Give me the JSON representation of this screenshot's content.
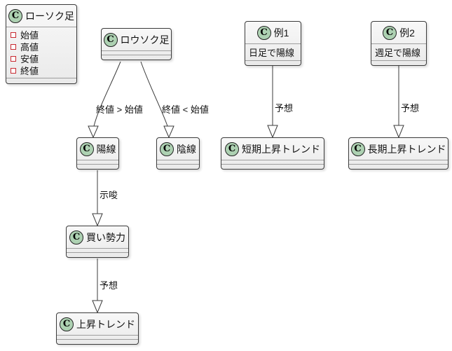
{
  "diagram": {
    "type": "uml-class-diagram",
    "background": "#FFFFFF",
    "circle_letter": "C",
    "colors": {
      "class_fill_top": "#F8F8F8",
      "class_fill_bottom": "#EAEAEA",
      "class_border": "#3B3B3B",
      "compartment_separator": "#9E9E9E",
      "circle_fill": "#ADD1B2",
      "circle_border": "#222222",
      "field_marker": "#C82930",
      "edge_line": "#3B3B3B",
      "arrow_fill": "#FFFFFF",
      "text": "#111111"
    },
    "classes": [
      {
        "name": "ローソク足",
        "fields": [
          "始値",
          "高値",
          "安値",
          "終値"
        ]
      },
      {
        "name": "ロウソク足",
        "fields": []
      },
      {
        "name": "陽線",
        "fields": []
      },
      {
        "name": "陰線",
        "fields": []
      },
      {
        "name": "例1",
        "fields": [
          "日足で陽線"
        ]
      },
      {
        "name": "例2",
        "fields": [
          "週足で陽線"
        ]
      },
      {
        "name": "短期上昇トレンド",
        "fields": []
      },
      {
        "name": "長期上昇トレンド",
        "fields": []
      },
      {
        "name": "買い勢力",
        "fields": []
      },
      {
        "name": "上昇トレンド",
        "fields": []
      }
    ],
    "edges": [
      {
        "from": "ロウソク足",
        "to": "陽線",
        "label": "終値 > 始値",
        "arrow": "hollow-triangle"
      },
      {
        "from": "ロウソク足",
        "to": "陰線",
        "label": "終値 < 始値",
        "arrow": "hollow-triangle"
      },
      {
        "from": "例1",
        "to": "短期上昇トレンド",
        "label": "予想",
        "arrow": "hollow-triangle"
      },
      {
        "from": "例2",
        "to": "長期上昇トレンド",
        "label": "予想",
        "arrow": "hollow-triangle"
      },
      {
        "from": "陽線",
        "to": "買い勢力",
        "label": "示唆",
        "arrow": "hollow-triangle"
      },
      {
        "from": "買い勢力",
        "to": "上昇トレンド",
        "label": "予想",
        "arrow": "hollow-triangle"
      }
    ]
  }
}
